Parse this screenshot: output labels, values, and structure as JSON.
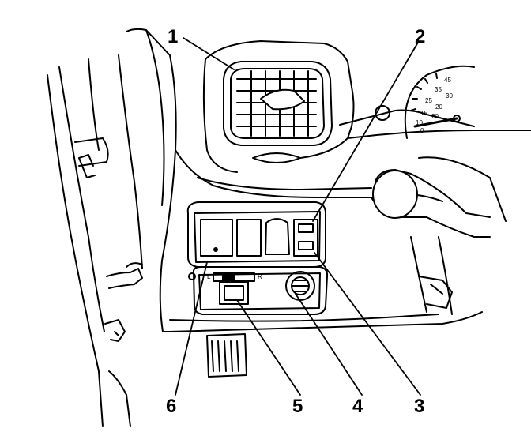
{
  "callouts": [
    {
      "id": "1",
      "label": "1"
    },
    {
      "id": "2",
      "label": "2"
    },
    {
      "id": "3",
      "label": "3"
    },
    {
      "id": "4",
      "label": "4"
    },
    {
      "id": "5",
      "label": "5"
    },
    {
      "id": "6",
      "label": "6"
    }
  ],
  "speedometer": {
    "scale_labels": [
      "45",
      "35",
      "30",
      "25",
      "20",
      "15",
      "20",
      "10",
      "0"
    ]
  },
  "switch_panel": {
    "left_mark": "L",
    "right_mark": "R"
  }
}
